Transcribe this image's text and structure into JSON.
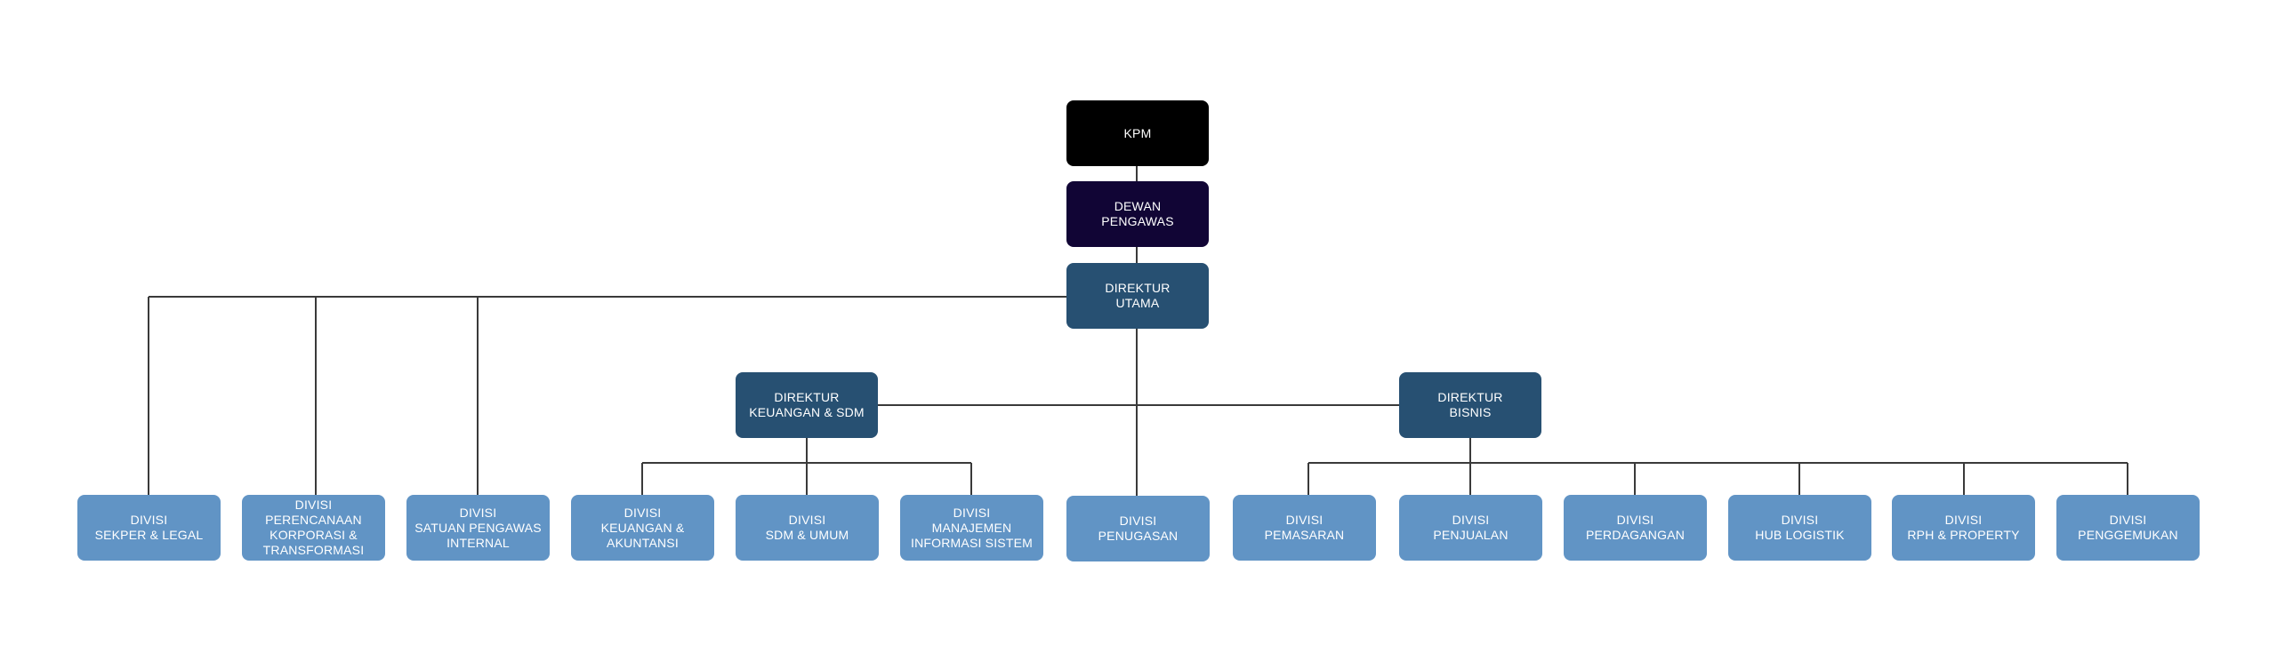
{
  "org_chart": {
    "top": {
      "kpm": [
        "KPM"
      ],
      "dewan_pengawas": [
        "DEWAN",
        "PENGAWAS"
      ],
      "direktur_utama": [
        "DIREKTUR",
        "UTAMA"
      ]
    },
    "directors": {
      "keuangan_sdm": [
        "DIREKTUR",
        "KEUANGAN & SDM"
      ],
      "bisnis": [
        "DIREKTUR",
        "BISNIS"
      ]
    },
    "divisions": [
      [
        "DIVISI",
        "SEKPER & LEGAL"
      ],
      [
        "DIVISI",
        "PERENCANAAN",
        "KORPORASI &",
        "TRANSFORMASI"
      ],
      [
        "DIVISI",
        "SATUAN PENGAWAS",
        "INTERNAL"
      ],
      [
        "DIVISI",
        "KEUANGAN &",
        "AKUNTANSI"
      ],
      [
        "DIVISI",
        "SDM & UMUM"
      ],
      [
        "DIVISI",
        "MANAJEMEN",
        "INFORMASI SISTEM"
      ],
      [
        "DIVISI",
        "PENUGASAN"
      ],
      [
        "DIVISI",
        "PEMASARAN"
      ],
      [
        "DIVISI",
        "PENJUALAN"
      ],
      [
        "DIVISI",
        "PERDAGANGAN"
      ],
      [
        "DIVISI",
        "HUB LOGISTIK"
      ],
      [
        "DIVISI",
        "RPH & PROPERTY"
      ],
      [
        "DIVISI",
        "PENGGEMUKAN"
      ]
    ]
  },
  "colors": {
    "kpm": "#000000",
    "dewan_pengawas": "#110535",
    "director": "#275072",
    "division": "#6194c5",
    "connector": "#3a3a3a",
    "text": "#ffffff"
  }
}
